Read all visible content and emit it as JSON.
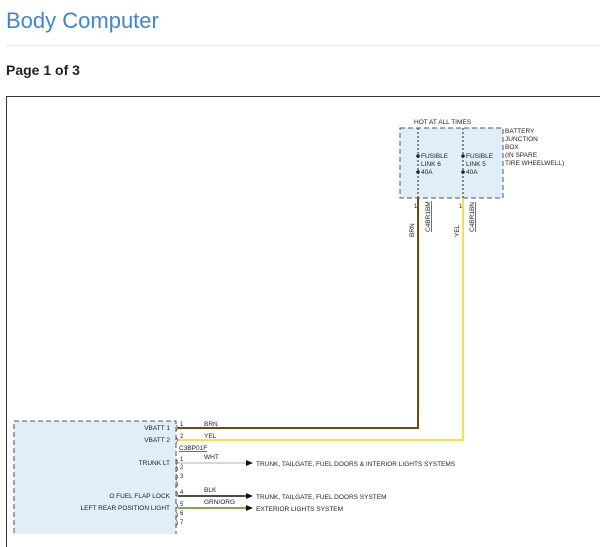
{
  "header": {
    "title": "Body Computer",
    "page_label": "Page 1 of 3"
  },
  "diagram": {
    "hot_label": "HOT AT ALL TIMES",
    "junction_box": [
      "BATTERY",
      "JUNCTION",
      "BOX",
      "(IN SPARE",
      "TIRE WHEELWELL)"
    ],
    "fuse_left": [
      "FUSIBLE",
      "LINK 6",
      "40A"
    ],
    "fuse_right": [
      "FUSIBLE",
      "LINK 5",
      "40A"
    ],
    "wire_left": {
      "color_label": "BRN",
      "pin": "1",
      "connector": "C4BR1BM"
    },
    "wire_right": {
      "color_label": "YEL",
      "pin": "1",
      "connector": "C4BR1BN"
    },
    "connector_label": "C3BP01F",
    "pins": [
      {
        "num": "1",
        "label": "VBATT 1",
        "wire": "BRN",
        "dest": ""
      },
      {
        "num": "2",
        "label": "VBATT 2",
        "wire": "YEL",
        "dest": ""
      },
      {
        "num": "1",
        "label": "TRUNK LT",
        "wire": "WHT",
        "dest": "TRUNK, TAILGATE, FUEL DOORS & INTERIOR LIGHTS SYSTEMS"
      },
      {
        "num": "2",
        "label": "",
        "wire": "",
        "dest": ""
      },
      {
        "num": "3",
        "label": "",
        "wire": "",
        "dest": ""
      },
      {
        "num": "4",
        "label": "O FUEL FLAP LOCK",
        "wire": "BLK",
        "dest": "TRUNK, TAILGATE, FUEL DOORS SYSTEM"
      },
      {
        "num": "5",
        "label": "LEFT REAR POSITION LIGHT",
        "wire": "GRN/ORG",
        "dest": "EXTERIOR LIGHTS SYSTEM"
      },
      {
        "num": "6",
        "label": "",
        "wire": "",
        "dest": ""
      },
      {
        "num": "7",
        "label": "",
        "wire": "",
        "dest": ""
      }
    ],
    "colors": {
      "brn": "#6b4a1a",
      "yel": "#f2e24a",
      "wht": "#c8c8c8",
      "blk": "#111111",
      "grn_org": "#5a8a1f",
      "box_fill": "#dfeef8"
    }
  }
}
